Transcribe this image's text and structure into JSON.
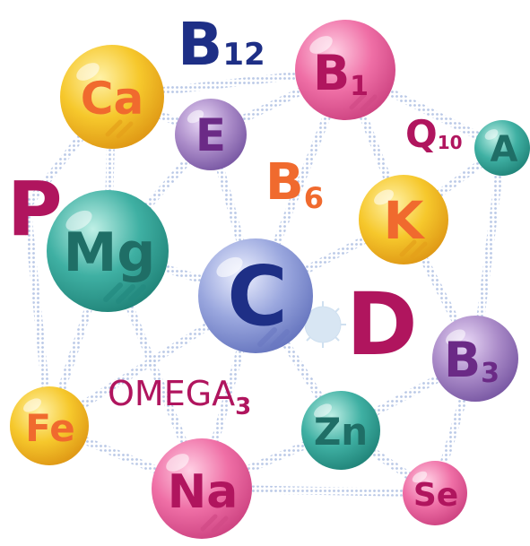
{
  "colors": {
    "yellow": "#f6c82c",
    "yellow_dark": "#e0a21a",
    "pink": "#ef6fa6",
    "pink_dark": "#d14a86",
    "purple": "#ab8cc9",
    "purple_dark": "#7e5ea8",
    "teal": "#3fb0a3",
    "teal_dark": "#238a80",
    "periwinkle": "#9aa7de",
    "periwinkle_dark": "#6a78c2",
    "label_orange": "#f06a2e",
    "label_teal": "#1f6e66",
    "label_purple": "#6b2a86",
    "label_magenta": "#b0155e",
    "label_navy": "#1e2f86",
    "network": "#b9c8e6"
  },
  "nutrients": {
    "ca": "Ca",
    "e": "E",
    "b1_main": "B",
    "b1_sub": "1",
    "q10_main": "Q",
    "q10_sub": "10",
    "a": "A",
    "mg": "Mg",
    "c": "C",
    "k": "K",
    "b3_main": "B",
    "b3_sub": "3",
    "fe": "Fe",
    "na": "Na",
    "zn": "Zn",
    "se": "Se",
    "b12_main": "B",
    "b12_sub": "12",
    "b6_main": "B",
    "b6_sub": "6",
    "p": "P",
    "d": "D",
    "omega_main": "OMEGA",
    "omega_sub": "3"
  }
}
